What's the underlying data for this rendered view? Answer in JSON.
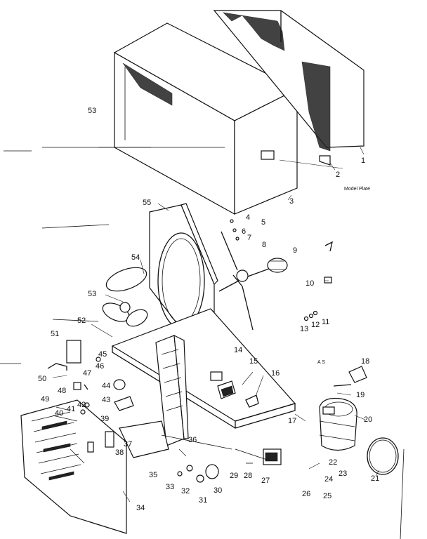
{
  "callouts": {
    "c1": "1",
    "c2": "2",
    "c3": "3",
    "c4": "4",
    "c5": "5",
    "c6": "6",
    "c7": "7",
    "c8": "8",
    "c9": "9",
    "c10": "10",
    "c11": "11",
    "c12": "12",
    "c13": "13",
    "c14": "14",
    "c15": "15",
    "c16": "16",
    "c17": "17",
    "c18": "18",
    "c19": "19",
    "c20": "20",
    "c21": "21",
    "c22": "22",
    "c23": "23",
    "c24": "24",
    "c25": "25",
    "c26": "26",
    "c27": "27",
    "c28": "28",
    "c29": "29",
    "c30": "30",
    "c31": "31",
    "c32": "32",
    "c33": "33",
    "c34": "34",
    "c35": "35",
    "c36": "36",
    "c37": "37",
    "c38": "38",
    "c39": "39",
    "c40": "40",
    "c41": "41",
    "c42": "42",
    "c43": "43",
    "c44": "44",
    "c45": "45",
    "c46": "46",
    "c47": "47",
    "c48": "48",
    "c49": "49",
    "c50": "50",
    "c51": "51",
    "c52": "52",
    "c53a": "53",
    "c53b": "53",
    "c54": "54",
    "c55": "55"
  },
  "annotations": {
    "model_plate": "Model Plate",
    "as": "A S"
  }
}
